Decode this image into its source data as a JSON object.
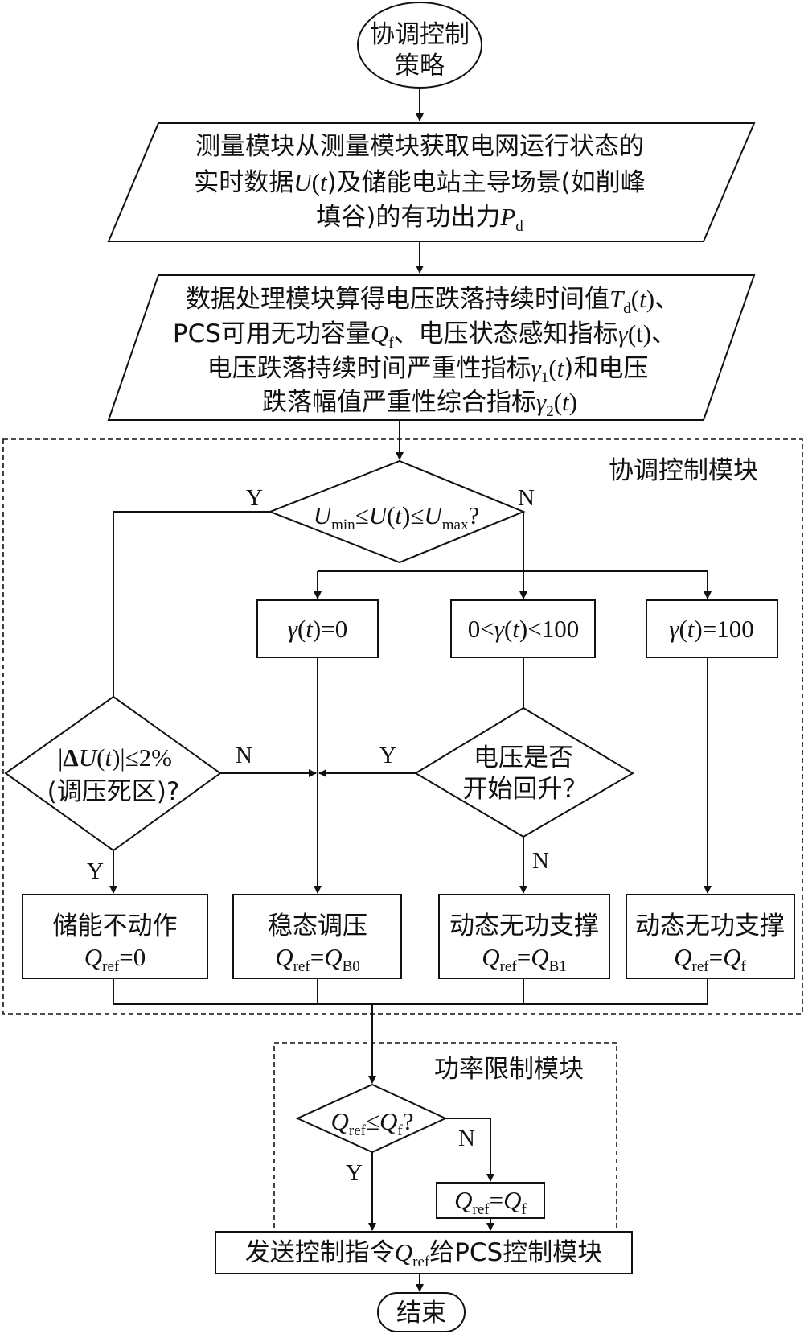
{
  "start": {
    "line1": "协调控制",
    "line2": "策略"
  },
  "measure": {
    "line1": "测量模块从测量模块获取电网运行状态的",
    "line2_a": "实时数据",
    "line2_var": "U",
    "line2_b": "(",
    "line2_t": "t",
    "line2_c": ")及储能电站主导场景(如削峰",
    "line3_a": "填谷)的有功出力",
    "line3_var": "P",
    "line3_sub": "d"
  },
  "process": {
    "line1_a": "数据处理模块算得电压跌落持续时间值",
    "line1_var": "T",
    "line1_sub": "d",
    "line1_b": "(",
    "line1_t": "t",
    "line1_c": ")、",
    "line2_a": "PCS可用无功容量",
    "line2_var": "Q",
    "line2_sub": "f",
    "line2_b": "、电压状态感知指标",
    "line2_g": "γ",
    "line2_c": "(t)、",
    "line3_a": "电压跌落持续时间严重性指标",
    "line3_g": "γ",
    "line3_sub": "1",
    "line3_b": "(",
    "line3_t": "t",
    "line3_c": ")和电压",
    "line4_a": "跌落幅值严重性综合指标",
    "line4_g": "γ",
    "line4_sub": "2",
    "line4_b": "(",
    "line4_t": "t",
    "line4_c": ")"
  },
  "coord_module": {
    "label": "协调控制模块"
  },
  "power_module": {
    "label": "功率限制模块"
  },
  "decision_u": {
    "U1": "U",
    "sub_min": "min",
    "le1": "≤",
    "U2": "U",
    "paren": "(",
    "t": "t",
    "paren2": ")",
    "le2": "≤",
    "U3": "U",
    "sub_max": "max",
    "q": "?"
  },
  "branch": {
    "g0": {
      "g": "γ",
      "a": "(",
      "t": "t",
      "b": ")=0"
    },
    "gmid": {
      "a": "0<",
      "g": "γ",
      "b": "(",
      "t": "t",
      "c": ")<100"
    },
    "g100": {
      "g": "γ",
      "a": "(",
      "t": "t",
      "b": ")=100"
    }
  },
  "decision_du": {
    "a": "|",
    "d": "Δ",
    "U": "U",
    "b": "(",
    "t": "t",
    "c": ")|≤2%",
    "line2": "(调压死区)?"
  },
  "decision_rise": {
    "line1": "电压是否",
    "line2": "开始回升？"
  },
  "labels": {
    "Y": "Y",
    "N": "N"
  },
  "actions": [
    {
      "title": "储能不动作",
      "q": "Q",
      "sub": "ref",
      "rhs": "=0",
      "rhs_var": "",
      "rhs_sub": ""
    },
    {
      "title": "稳态调压",
      "q": "Q",
      "sub": "ref",
      "rhs": "=",
      "rhs_var": "Q",
      "rhs_sub": "B0"
    },
    {
      "title": "动态无功支撑",
      "q": "Q",
      "sub": "ref",
      "rhs": "=",
      "rhs_var": "Q",
      "rhs_sub": "B1"
    },
    {
      "title": "动态无功支撑",
      "q": "Q",
      "sub": "ref",
      "rhs": "=",
      "rhs_var": "Q",
      "rhs_sub": "f"
    }
  ],
  "decision_q": {
    "q": "Q",
    "sub": "ref",
    "le": "≤",
    "q2": "Q",
    "sub2": "f",
    "end": "?"
  },
  "limit_box": {
    "q": "Q",
    "sub": "ref",
    "eq": "=",
    "q2": "Q",
    "sub2": "f"
  },
  "send": {
    "a": "发送控制指令",
    "q": "Q",
    "sub": "ref",
    "b": "给PCS控制模块"
  },
  "end": {
    "label": "结束"
  }
}
